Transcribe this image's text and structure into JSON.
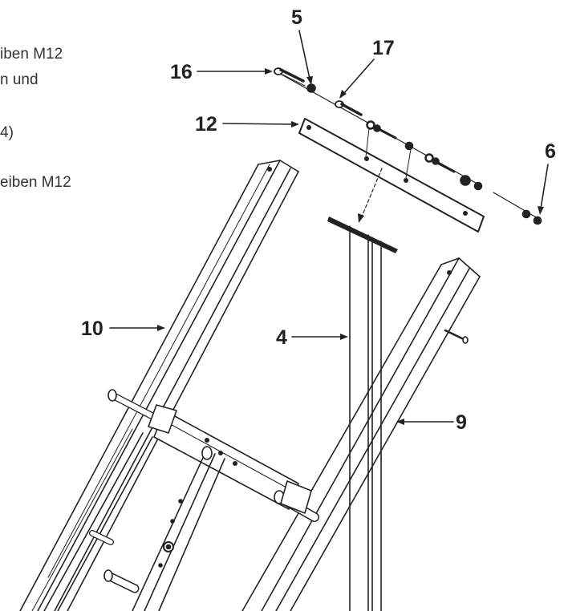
{
  "text_fragments": {
    "line1": "iben M12",
    "line2": "n und",
    "line3": "4)",
    "line4": "eiben M12"
  },
  "labels": {
    "part_5": "5",
    "part_17": "17",
    "part_16": "16",
    "part_12": "12",
    "part_6": "6",
    "part_10": "10",
    "part_4": "4",
    "part_9": "9"
  },
  "colors": {
    "line": "#222222",
    "text": "#333333"
  }
}
